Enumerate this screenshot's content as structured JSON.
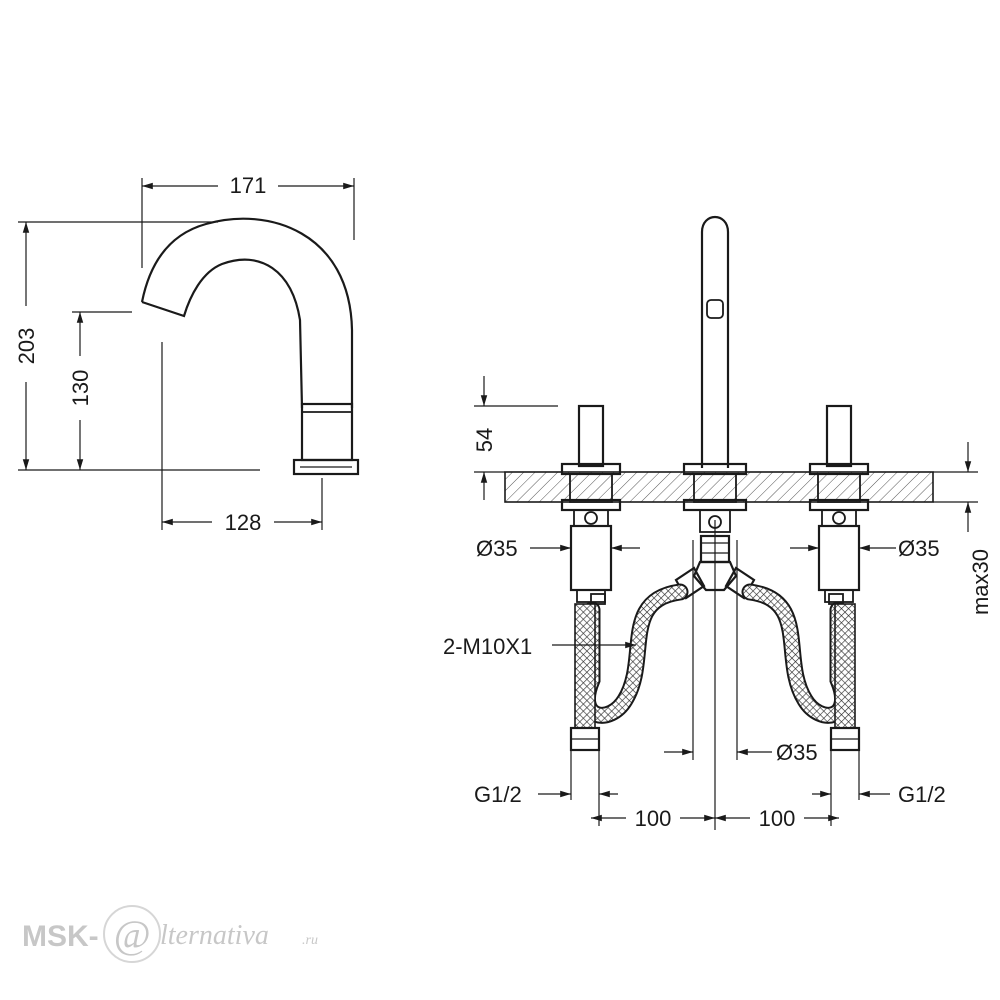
{
  "side_view": {
    "width_top": "171",
    "height_total": "203",
    "height_outlet": "130",
    "reach": "128"
  },
  "front_view": {
    "spout_height": "54",
    "deck_thickness": "max30",
    "diameter_left": "Ø35",
    "diameter_right": "Ø35",
    "diameter_center": "Ø35",
    "thread": "2-M10X1",
    "connector_left": "G1/2",
    "connector_right": "G1/2",
    "spacing_left": "100",
    "spacing_right": "100"
  },
  "watermark": {
    "brand": "MSK-",
    "script": "lternativa",
    "domain": ".ru"
  }
}
